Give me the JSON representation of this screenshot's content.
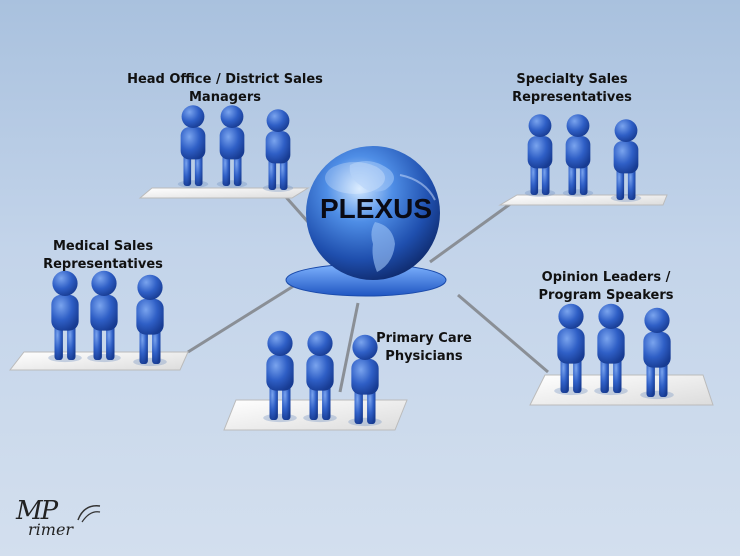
{
  "diagram": {
    "center": {
      "title": "PLEXUS"
    },
    "groups": [
      {
        "id": "head-office",
        "label_lines": [
          "Head Office  / District Sales",
          "Managers"
        ]
      },
      {
        "id": "specialty",
        "label_lines": [
          "Specialty Sales Representatives"
        ]
      },
      {
        "id": "medical",
        "label_lines": [
          "Medical Sales Representatives"
        ]
      },
      {
        "id": "primary-care",
        "label_lines": [
          "Primary Care",
          "Physicians"
        ]
      },
      {
        "id": "opinion-leaders",
        "label_lines": [
          "Opinion Leaders /",
          "Program Speakers"
        ]
      }
    ]
  },
  "logo": {
    "main": "MP",
    "sub": "rimer"
  },
  "colors": {
    "figure": "#2f5fc6",
    "figure_dark": "#1b3f96",
    "globe": "#2a62c4",
    "platform": "#e6e6e6"
  }
}
